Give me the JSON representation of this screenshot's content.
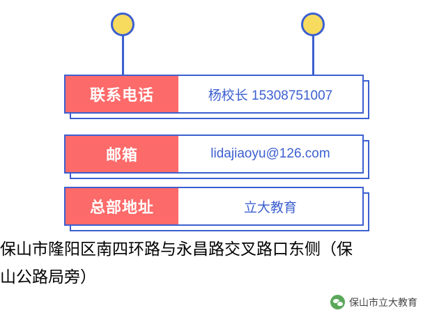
{
  "colors": {
    "accent_blue": "#3b5fd0",
    "label_red": "#fc6a6a",
    "pin_yellow": "#f7db5e",
    "text_black": "#000000",
    "wechat_green": "#5ba85b"
  },
  "diagram": {
    "rows": [
      {
        "label": "联系电话",
        "value": "杨校长 15308751007"
      },
      {
        "label": "邮箱",
        "value": "lidajiaoyu@126.com"
      },
      {
        "label": "总部地址",
        "value": "立大教育"
      }
    ]
  },
  "address_overflow": "保山市隆阳区南四环路与永昌路交叉路口东侧（保\n山公路局旁）",
  "footer": {
    "icon": "wechat-icon",
    "name": "保山市立大教育"
  }
}
